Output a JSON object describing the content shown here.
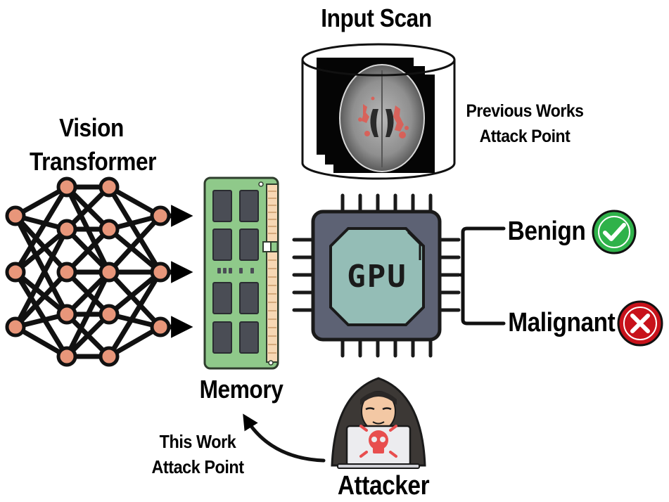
{
  "labels": {
    "vision_transformer": "Vision\nTransformer",
    "input_scan": "Input Scan",
    "previous_works": "Previous Works\nAttack Point",
    "memory": "Memory",
    "benign": "Benign",
    "malignant": "Malignant",
    "this_work": "This Work\nAttack Point",
    "attacker": "Attacker",
    "gpu": "GPU"
  },
  "colors": {
    "node_fill": "#e8967a",
    "ram_green": "#8fc98a",
    "gpu_body": "#5d6274",
    "gpu_core": "#94bdb6",
    "check_green": "#2fb24a",
    "cross_red": "#c8121b",
    "skull_red": "#e84e4e"
  },
  "icons": [
    "neural-network-icon",
    "ram-icon",
    "gpu-chip-icon",
    "brain-scan-icon",
    "check-icon",
    "cross-icon",
    "hacker-icon",
    "skull-icon"
  ]
}
